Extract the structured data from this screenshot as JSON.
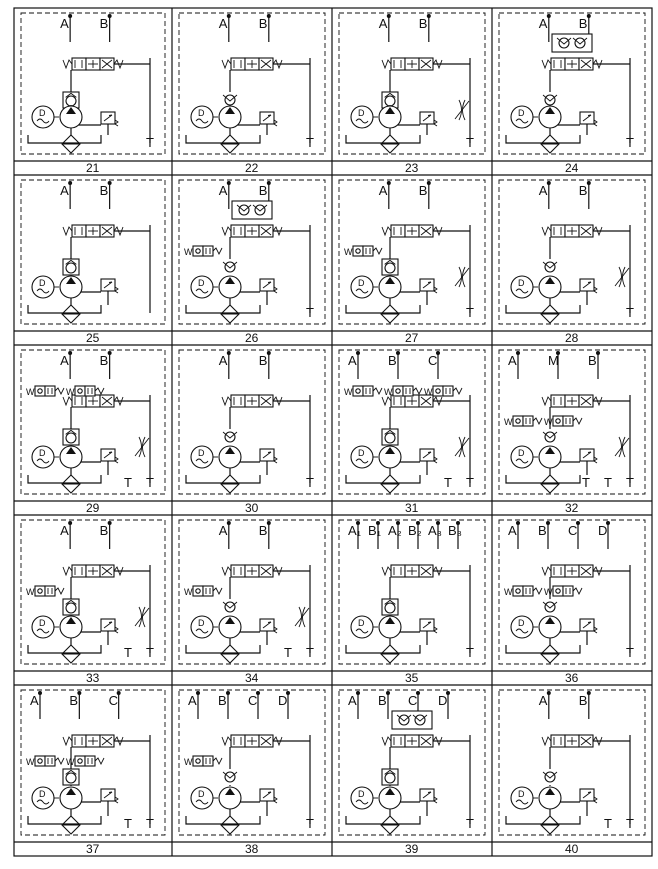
{
  "panels": [
    {
      "number": "21",
      "ports": [
        "A",
        "B",
        "T"
      ]
    },
    {
      "number": "22",
      "ports": [
        "A",
        "B",
        "T"
      ]
    },
    {
      "number": "23",
      "ports": [
        "A",
        "B",
        "T"
      ]
    },
    {
      "number": "24",
      "ports": [
        "A",
        "B",
        "T"
      ]
    },
    {
      "number": "25",
      "ports": [
        "A",
        "B"
      ]
    },
    {
      "number": "26",
      "ports": [
        "A",
        "B",
        "W",
        "T"
      ]
    },
    {
      "number": "27",
      "ports": [
        "A",
        "B",
        "W",
        "T"
      ]
    },
    {
      "number": "28",
      "ports": [
        "A",
        "B",
        "T"
      ]
    },
    {
      "number": "29",
      "ports": [
        "A",
        "B",
        "W",
        "W",
        "T",
        "T"
      ]
    },
    {
      "number": "30",
      "ports": [
        "A",
        "B",
        "T"
      ]
    },
    {
      "number": "31",
      "ports": [
        "A",
        "B",
        "C",
        "W",
        "W",
        "W",
        "T",
        "T"
      ]
    },
    {
      "number": "32",
      "ports": [
        "A",
        "M",
        "B",
        "W",
        "W",
        "T",
        "T",
        "T"
      ]
    },
    {
      "number": "33",
      "ports": [
        "A",
        "B",
        "W",
        "T",
        "T"
      ]
    },
    {
      "number": "34",
      "ports": [
        "A",
        "B",
        "W",
        "T",
        "T"
      ]
    },
    {
      "number": "35",
      "ports": [
        "A₁",
        "B₁",
        "A₂",
        "B₂",
        "A₃",
        "B₃",
        "T"
      ]
    },
    {
      "number": "36",
      "ports": [
        "A",
        "B",
        "C",
        "D",
        "W",
        "W",
        "T"
      ]
    },
    {
      "number": "37",
      "ports": [
        "A",
        "B",
        "C",
        "W",
        "W",
        "T",
        "T"
      ]
    },
    {
      "number": "38",
      "ports": [
        "A",
        "B",
        "C",
        "D",
        "W",
        "T"
      ]
    },
    {
      "number": "39",
      "ports": [
        "A",
        "B",
        "C",
        "D",
        "T"
      ]
    },
    {
      "number": "40",
      "ports": [
        "A",
        "B",
        "T",
        "T"
      ]
    }
  ]
}
